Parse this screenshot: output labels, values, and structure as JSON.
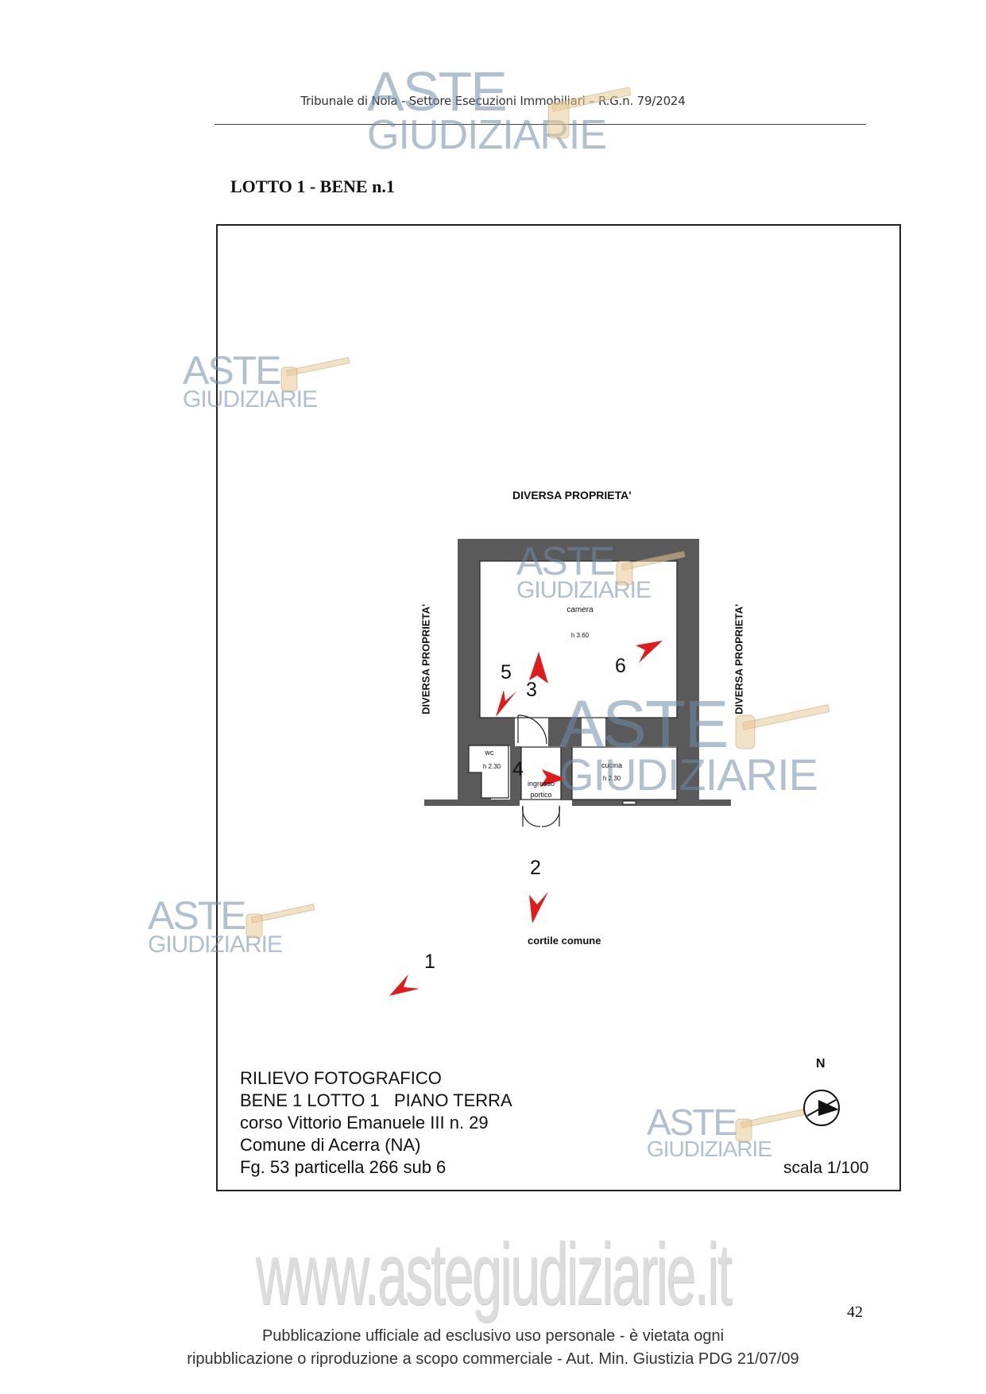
{
  "header": {
    "text": "Tribunale di Nola - Settore Esecuzioni Immobiliari – R.G.n. 79/2024"
  },
  "lotto_title": "LOTTO 1 - BENE n.1",
  "plan": {
    "top_label": "DIVERSA PROPRIETA'",
    "left_label": "DIVERSA PROPRIETA'",
    "right_label": "DIVERSA PROPRIETA'",
    "rooms": {
      "camera": {
        "name": "camera",
        "height": "h 3.60"
      },
      "wc": {
        "name": "wc",
        "height": "h 2.30"
      },
      "ingresso": {
        "name": "ingresso",
        "name2": "portico"
      },
      "cucina": {
        "name": "cucina",
        "height": "h 2.30"
      }
    },
    "cortile": "cortile comune",
    "photo_points": [
      "1",
      "2",
      "3",
      "4",
      "5",
      "6"
    ],
    "info_lines": [
      "RILIEVO FOTOGRAFICO",
      "BENE 1 LOTTO 1   PIANO TERRA",
      "corso Vittorio Emanuele III n. 29",
      "Comune di Acerra (NA)",
      "Fg. 53 particella 266 sub 6"
    ],
    "scale": "scala 1/100",
    "north": "N"
  },
  "watermark": {
    "line1": "ASTE",
    "line2": "GIUDIZIARIE",
    "site": "www.astegiudiziarie.it",
    "color": "#6e8caa"
  },
  "page_number": "42",
  "footer": {
    "line1": "Pubblicazione ufficiale ad esclusivo uso personale - è vietata ogni",
    "line2": "ripubblicazione o riproduzione a scopo commerciale - Aut. Min. Giustizia PDG 21/07/09"
  }
}
